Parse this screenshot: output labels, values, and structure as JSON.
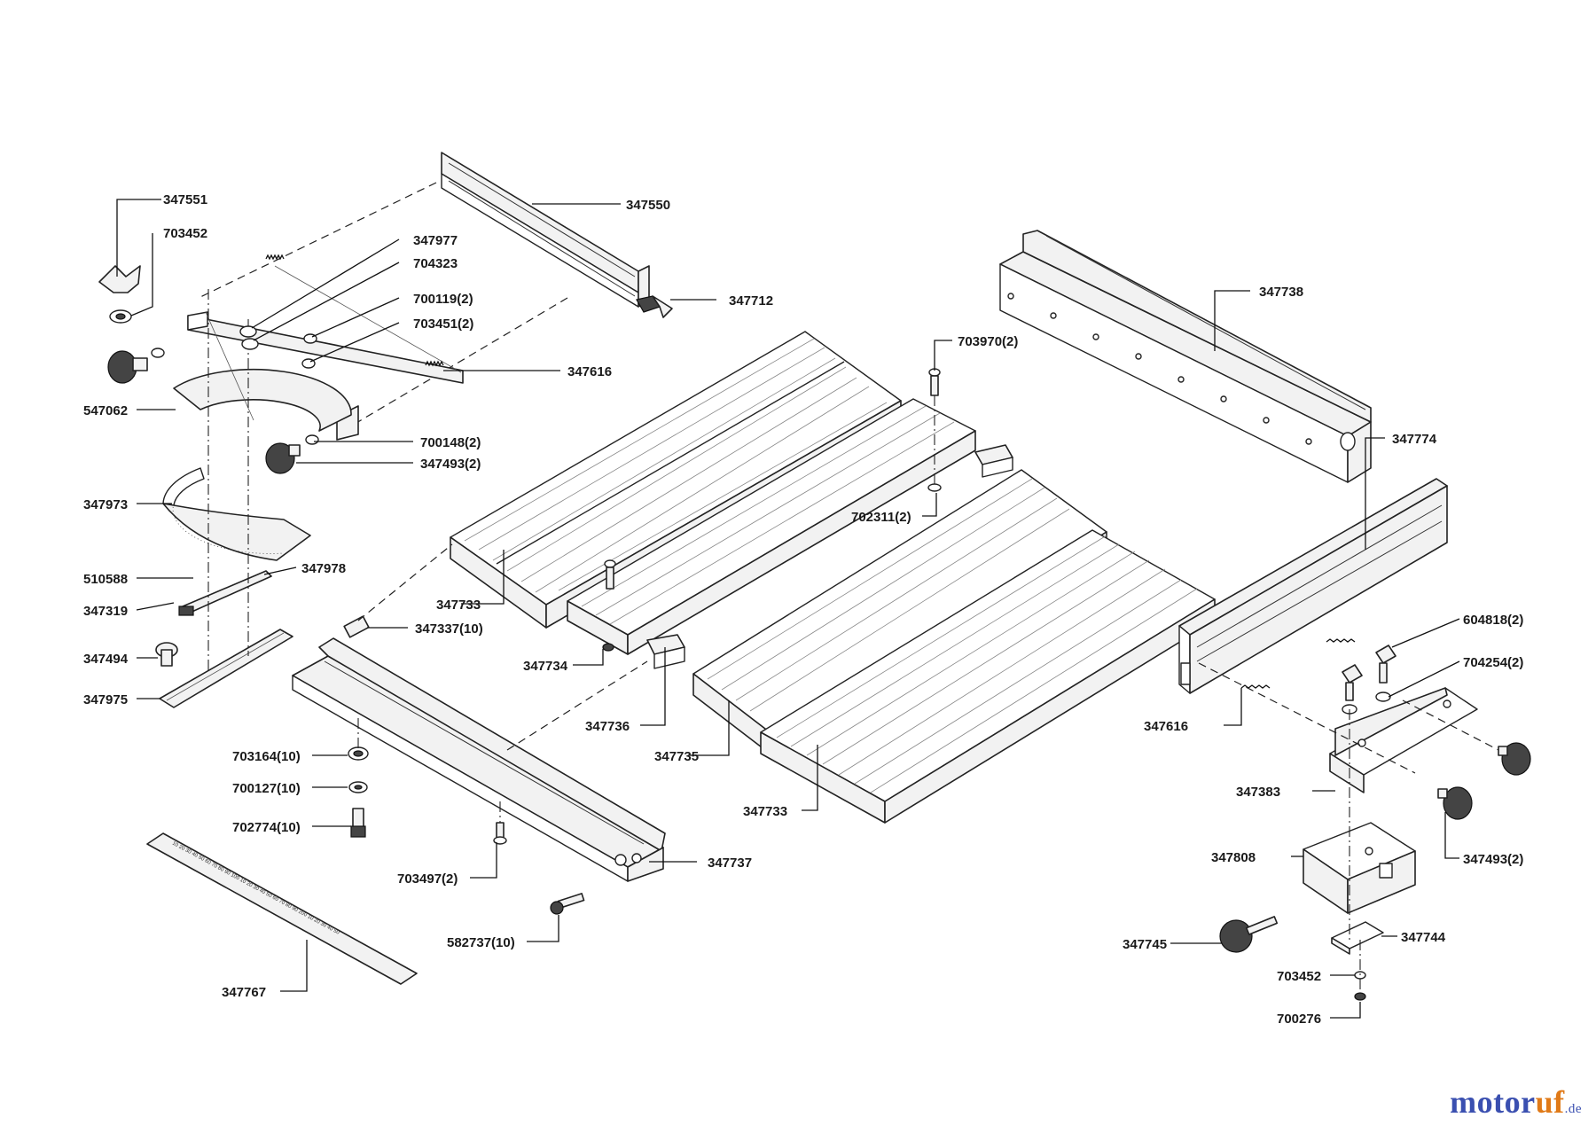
{
  "brand": {
    "main": "motor",
    "accent": "uf",
    "suffix": ".de",
    "color_main": "#3a4fb0",
    "color_accent": "#e07a18"
  },
  "labels": [
    "347551",
    "703452",
    "347977",
    "704323",
    "700119(2)",
    "703451(2)",
    "347616",
    "347550",
    "347712",
    "547062",
    "700148(2)",
    "347493(2)",
    "347973",
    "347978",
    "510588",
    "347319",
    "347494",
    "347975",
    "347337(10)",
    "703164(10)",
    "700127(10)",
    "702774(10)",
    "703497(2)",
    "582737(10)",
    "347737",
    "347767",
    "347733",
    "347734",
    "347736",
    "347735",
    "703970(2)",
    "702311(2)",
    "347733",
    "347738",
    "347774",
    "604818(2)",
    "704254(2)",
    "347616",
    "347383",
    "347493(2)",
    "347808",
    "347745",
    "347744",
    "703452",
    "700276"
  ]
}
